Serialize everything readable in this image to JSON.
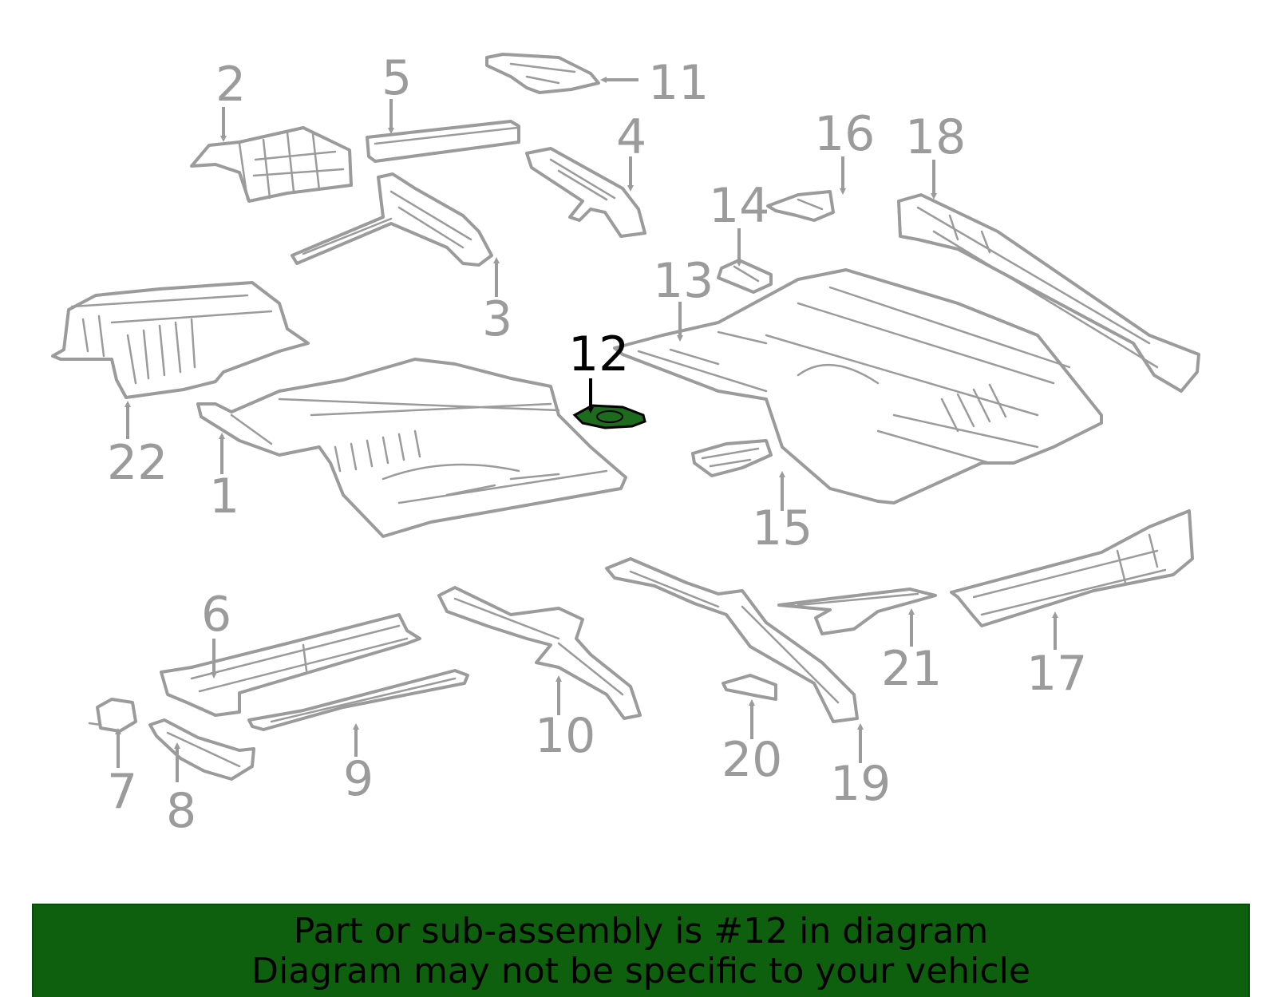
{
  "callouts": {
    "c1": "1",
    "c2": "2",
    "c3": "3",
    "c4": "4",
    "c5": "5",
    "c6": "6",
    "c7": "7",
    "c8": "8",
    "c9": "9",
    "c10": "10",
    "c11": "11",
    "c12": "12",
    "c13": "13",
    "c14": "14",
    "c15": "15",
    "c16": "16",
    "c17": "17",
    "c18": "18",
    "c19": "19",
    "c20": "20",
    "c21": "21",
    "c22": "22"
  },
  "highlighted_part": "12",
  "colors": {
    "line_art": "#9b9b9b",
    "highlight_part": "#1d6b1d",
    "banner_bg": "#0e600e",
    "banner_text": "#000000"
  },
  "banner": {
    "line1": "Part or sub-assembly is #12 in diagram",
    "line2": "Diagram may not be specific to your vehicle"
  }
}
